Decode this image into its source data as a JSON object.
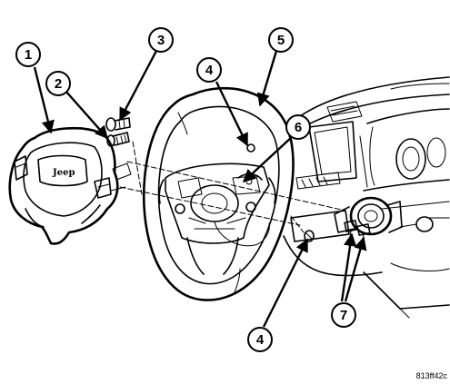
{
  "callouts": [
    {
      "id": "c1",
      "label": "1"
    },
    {
      "id": "c2",
      "label": "2"
    },
    {
      "id": "c3",
      "label": "3"
    },
    {
      "id": "c4a",
      "label": "4"
    },
    {
      "id": "c5",
      "label": "5"
    },
    {
      "id": "c6",
      "label": "6"
    },
    {
      "id": "c4b",
      "label": "4"
    },
    {
      "id": "c7",
      "label": "7"
    }
  ],
  "figure_id": "813ff42c",
  "colors": {
    "line": "#000000",
    "background": "#ffffff",
    "shade": "#b8b8b8"
  },
  "icons": {
    "arrowhead": "arrow-head-icon"
  }
}
